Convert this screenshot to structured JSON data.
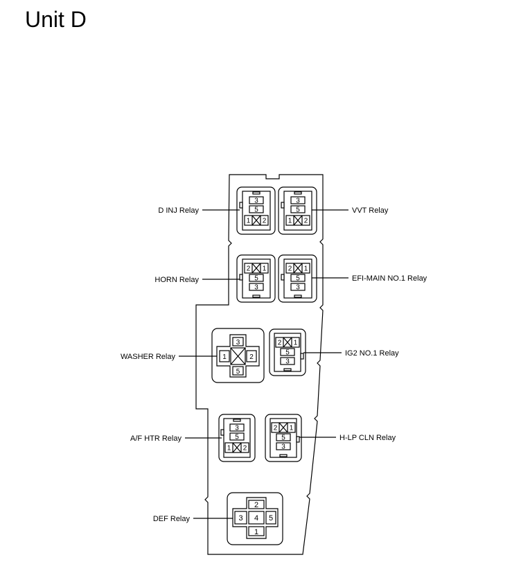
{
  "title": "Unit D",
  "relays": [
    {
      "id": "d-inj",
      "label": "D INJ Relay",
      "pins": [
        "3",
        "5",
        "1",
        "2"
      ]
    },
    {
      "id": "vvt",
      "label": "VVT Relay",
      "pins": [
        "3",
        "5",
        "1",
        "2"
      ]
    },
    {
      "id": "horn",
      "label": "HORN Relay",
      "pins": [
        "2",
        "1",
        "5",
        "3"
      ]
    },
    {
      "id": "efi-main",
      "label": "EFI-MAIN NO.1 Relay",
      "pins": [
        "2",
        "1",
        "5",
        "3"
      ]
    },
    {
      "id": "washer",
      "label": "WASHER Relay",
      "pins": [
        "3",
        "1",
        "2",
        "5"
      ]
    },
    {
      "id": "ig2",
      "label": "IG2 NO.1 Relay",
      "pins": [
        "2",
        "1",
        "5",
        "3"
      ]
    },
    {
      "id": "af-htr",
      "label": "A/F HTR Relay",
      "pins": [
        "3",
        "5",
        "1",
        "2"
      ]
    },
    {
      "id": "h-lp-cln",
      "label": "H-LP CLN Relay",
      "pins": [
        "2",
        "1",
        "5",
        "3"
      ]
    },
    {
      "id": "def",
      "label": "DEF Relay",
      "pins": [
        "2",
        "3",
        "4",
        "5",
        "1"
      ]
    }
  ]
}
